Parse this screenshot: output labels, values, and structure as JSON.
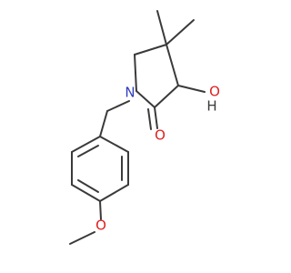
{
  "molecule": {
    "atoms": {
      "nitrogen": "N",
      "hydroxyl_oxygen": "O",
      "hydroxyl_hydrogen": "H",
      "carbonyl_oxygen": "O",
      "methoxy_oxygen": "O"
    },
    "colors": {
      "bond": "#3a3a3a",
      "nitrogen": "#2f3dbf",
      "oxygen": "#e02020",
      "hydrogen": "#3a3a3a",
      "background": "#ffffff"
    }
  }
}
